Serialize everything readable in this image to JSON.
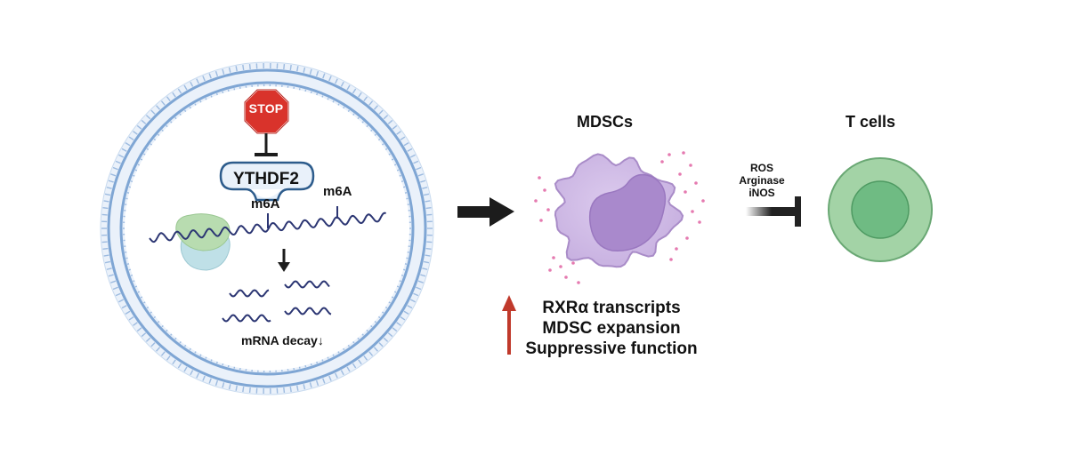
{
  "labels": {
    "stop": "STOP",
    "reader_protein": "YTHDF2",
    "m6a_1": "m6A",
    "m6a_2": "m6A",
    "mrna_decay": "mRNA decay↓",
    "mdscs": "MDSCs",
    "t_cells": "T cells"
  },
  "suppressive_factors": [
    "ROS",
    "Arginase",
    "iNOS"
  ],
  "effects": [
    "RXRα transcripts",
    "MDSC expansion",
    "Suppressive function"
  ],
  "colors": {
    "membrane": "#7fa6d4",
    "membrane_light": "#c9dbef",
    "stop_sign": "#d9332b",
    "mrna_strand": "#2c3673",
    "ythdf2_box": "#2d5c8c",
    "mdsc_cell": "#d5c2e6",
    "mdsc_nucleus": "#a989cc",
    "granules": "#e57ab0",
    "t_cell_outer": "#a3d3a6",
    "t_cell_inner": "#6fbb83",
    "up_arrow": "#c0392b",
    "inhibition_bar": "#222222"
  },
  "icons": [
    "stop-sign-icon",
    "ribosome-icon",
    "mdsc-cell-icon",
    "t-cell-icon",
    "granule-icon"
  ]
}
